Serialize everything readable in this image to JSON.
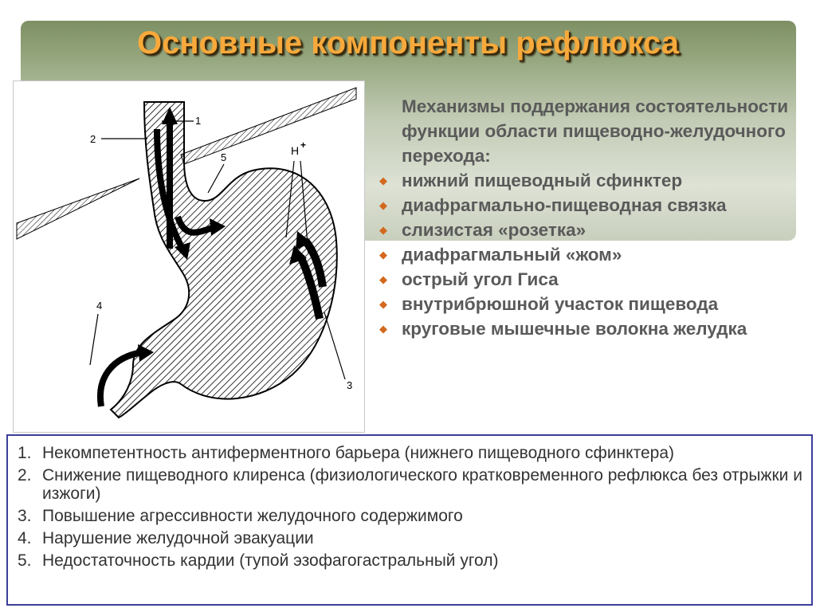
{
  "slide": {
    "title": "Основные компоненты рефлюкса"
  },
  "figure": {
    "labels": [
      "1",
      "2",
      "3",
      "4",
      "5"
    ],
    "ion_label": "H",
    "ion_charge": "+"
  },
  "mechanisms": {
    "heading": "Механизмы поддержания состоятельности функции области пищеводно-желудочного перехода:",
    "bullet_color": "#d2691e",
    "items": [
      "нижний пищеводный сфинктер",
      "диафрагмально-пищеводная связка",
      "слизистая «розетка»",
      "диафрагмальный «жом»",
      "острый угол Гиса",
      "внутрибрюшной участок пищевода",
      "круговые мышечные волокна желудка"
    ]
  },
  "problems": [
    {
      "num": "1.",
      "text": "Некомпетентность антиферментного барьера (нижнего пищеводного сфинктера)"
    },
    {
      "num": "2.",
      "text": "Снижение пищеводного клиренса (физиологического кратковременного рефлюкса без отрыжки и изжоги)"
    },
    {
      "num": "3.",
      "text": "Повышение агрессивности желудочного содержимого"
    },
    {
      "num": "4.",
      "text": "Нарушение желудочной эвакуации"
    },
    {
      "num": "5.",
      "text": "Недостаточность кардии (тупой эзофагогастральный угол)"
    }
  ],
  "colors": {
    "title": "#f7a93b",
    "banner_top": "#7d8f63",
    "box_border": "#3a3f9a",
    "text": "#5a5a5a"
  }
}
